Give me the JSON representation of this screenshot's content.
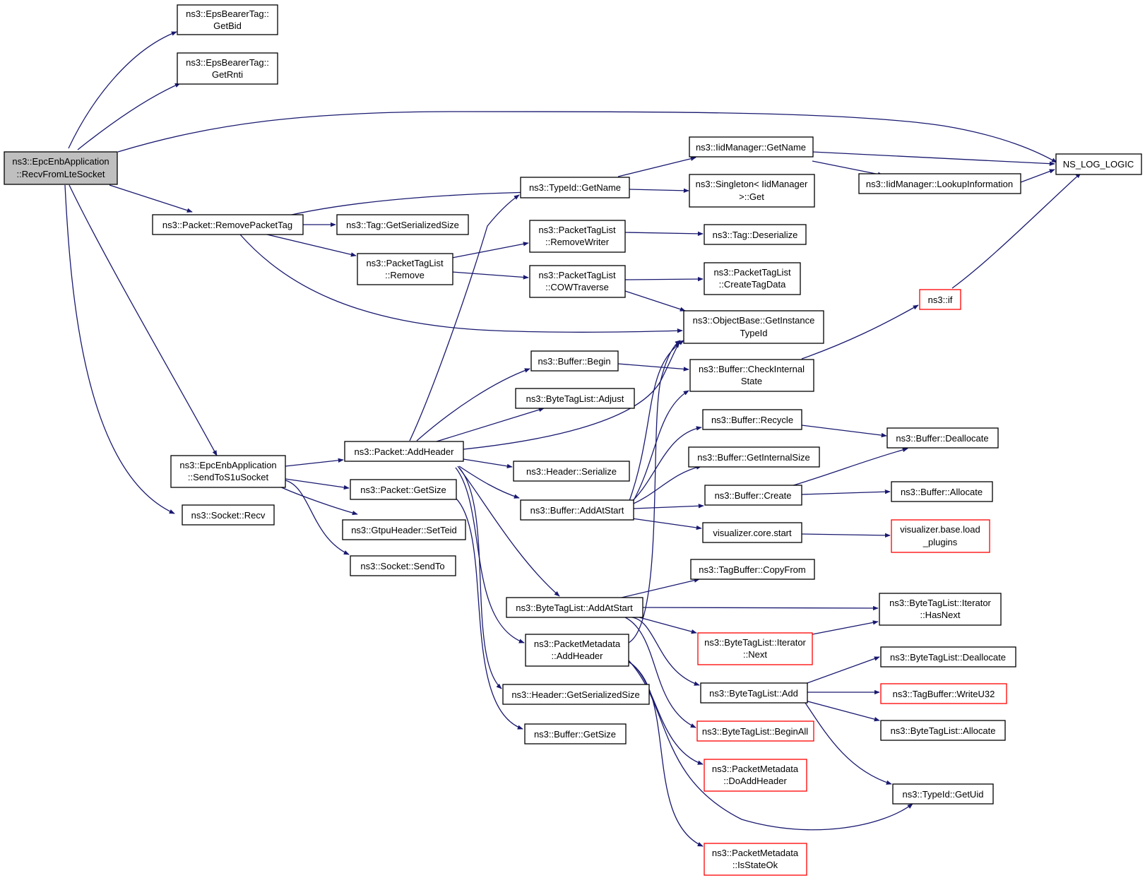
{
  "colors": {
    "edge": "#191970",
    "node_border": "#000000",
    "node_border_undocumented": "#ff0000",
    "root_fill": "#bfbfbf"
  },
  "nodes": [
    {
      "id": "root",
      "lines": [
        "ns3::EpcEnbApplication",
        "::RecvFromLteSocket"
      ],
      "style": "root"
    },
    {
      "id": "getBid",
      "lines": [
        "ns3::EpsBearerTag::",
        "GetBid"
      ],
      "style": "normal"
    },
    {
      "id": "getRnti",
      "lines": [
        "ns3::EpsBearerTag::",
        "GetRnti"
      ],
      "style": "normal"
    },
    {
      "id": "nsLogLogic",
      "lines": [
        "NS_LOG_LOGIC"
      ],
      "style": "normal"
    },
    {
      "id": "iidGetName",
      "lines": [
        "ns3::IidManager::GetName"
      ],
      "style": "normal"
    },
    {
      "id": "singletonGet",
      "lines": [
        "ns3::Singleton< IidManager",
        ">::Get"
      ],
      "style": "normal"
    },
    {
      "id": "lookupInfo",
      "lines": [
        "ns3::IidManager::LookupInformation"
      ],
      "style": "normal"
    },
    {
      "id": "typeIdGetName",
      "lines": [
        "ns3::TypeId::GetName"
      ],
      "style": "normal"
    },
    {
      "id": "removePacketTag",
      "lines": [
        "ns3::Packet::RemovePacketTag"
      ],
      "style": "normal"
    },
    {
      "id": "tagGetSerSize",
      "lines": [
        "ns3::Tag::GetSerializedSize"
      ],
      "style": "normal"
    },
    {
      "id": "ptlRemoveWriter",
      "lines": [
        "ns3::PacketTagList",
        "::RemoveWriter"
      ],
      "style": "normal"
    },
    {
      "id": "tagDeserialize",
      "lines": [
        "ns3::Tag::Deserialize"
      ],
      "style": "normal"
    },
    {
      "id": "ptlRemove",
      "lines": [
        "ns3::PacketTagList",
        "::Remove"
      ],
      "style": "normal"
    },
    {
      "id": "ptlCow",
      "lines": [
        "ns3::PacketTagList",
        "::COWTraverse"
      ],
      "style": "normal"
    },
    {
      "id": "ptlCreateTagData",
      "lines": [
        "ns3::PacketTagList",
        "::CreateTagData"
      ],
      "style": "normal"
    },
    {
      "id": "nsIf",
      "lines": [
        "ns3::if"
      ],
      "style": "red"
    },
    {
      "id": "getInstanceTypeId",
      "lines": [
        "ns3::ObjectBase::GetInstance",
        "TypeId"
      ],
      "style": "normal"
    },
    {
      "id": "bufferBegin",
      "lines": [
        "ns3::Buffer::Begin"
      ],
      "style": "normal"
    },
    {
      "id": "checkInternalState",
      "lines": [
        "ns3::Buffer::CheckInternal",
        "State"
      ],
      "style": "normal"
    },
    {
      "id": "btlAdjust",
      "lines": [
        "ns3::ByteTagList::Adjust"
      ],
      "style": "normal"
    },
    {
      "id": "bufferRecycle",
      "lines": [
        "ns3::Buffer::Recycle"
      ],
      "style": "normal"
    },
    {
      "id": "bufferDeallocate",
      "lines": [
        "ns3::Buffer::Deallocate"
      ],
      "style": "normal"
    },
    {
      "id": "packetAddHeader",
      "lines": [
        "ns3::Packet::AddHeader"
      ],
      "style": "normal"
    },
    {
      "id": "bufferGetInternalSize",
      "lines": [
        "ns3::Buffer::GetInternalSize"
      ],
      "style": "normal"
    },
    {
      "id": "sendToS1u",
      "lines": [
        "ns3::EpcEnbApplication",
        "::SendToS1uSocket"
      ],
      "style": "normal"
    },
    {
      "id": "headerSerialize",
      "lines": [
        "ns3::Header::Serialize"
      ],
      "style": "normal"
    },
    {
      "id": "packetGetSize",
      "lines": [
        "ns3::Packet::GetSize"
      ],
      "style": "normal"
    },
    {
      "id": "bufferCreate",
      "lines": [
        "ns3::Buffer::Create"
      ],
      "style": "normal"
    },
    {
      "id": "bufferAllocate",
      "lines": [
        "ns3::Buffer::Allocate"
      ],
      "style": "normal"
    },
    {
      "id": "bufferAddAtStart",
      "lines": [
        "ns3::Buffer::AddAtStart"
      ],
      "style": "normal"
    },
    {
      "id": "socketRecv",
      "lines": [
        "ns3::Socket::Recv"
      ],
      "style": "normal"
    },
    {
      "id": "gtpuSetTeid",
      "lines": [
        "ns3::GtpuHeader::SetTeid"
      ],
      "style": "normal"
    },
    {
      "id": "visStart",
      "lines": [
        "visualizer.core.start"
      ],
      "style": "normal"
    },
    {
      "id": "visLoadPlugins",
      "lines": [
        "visualizer.base.load",
        "_plugins"
      ],
      "style": "red"
    },
    {
      "id": "socketSendTo",
      "lines": [
        "ns3::Socket::SendTo"
      ],
      "style": "normal"
    },
    {
      "id": "tagBufferCopyFrom",
      "lines": [
        "ns3::TagBuffer::CopyFrom"
      ],
      "style": "normal"
    },
    {
      "id": "btlAddAtStart",
      "lines": [
        "ns3::ByteTagList::AddAtStart"
      ],
      "style": "normal"
    },
    {
      "id": "btlIterHasNext",
      "lines": [
        "ns3::ByteTagList::Iterator",
        "::HasNext"
      ],
      "style": "normal"
    },
    {
      "id": "pmAddHeader",
      "lines": [
        "ns3::PacketMetadata",
        "::AddHeader"
      ],
      "style": "normal"
    },
    {
      "id": "btlIterNext",
      "lines": [
        "ns3::ByteTagList::Iterator",
        "::Next"
      ],
      "style": "red"
    },
    {
      "id": "btlDeallocate",
      "lines": [
        "ns3::ByteTagList::Deallocate"
      ],
      "style": "normal"
    },
    {
      "id": "headerGetSerSize",
      "lines": [
        "ns3::Header::GetSerializedSize"
      ],
      "style": "normal"
    },
    {
      "id": "btlAdd",
      "lines": [
        "ns3::ByteTagList::Add"
      ],
      "style": "normal"
    },
    {
      "id": "tagBufferWriteU32",
      "lines": [
        "ns3::TagBuffer::WriteU32"
      ],
      "style": "red"
    },
    {
      "id": "bufferGetSize",
      "lines": [
        "ns3::Buffer::GetSize"
      ],
      "style": "normal"
    },
    {
      "id": "btlBeginAll",
      "lines": [
        "ns3::ByteTagList::BeginAll"
      ],
      "style": "red"
    },
    {
      "id": "btlAllocate",
      "lines": [
        "ns3::ByteTagList::Allocate"
      ],
      "style": "normal"
    },
    {
      "id": "pmDoAddHeader",
      "lines": [
        "ns3::PacketMetadata",
        "::DoAddHeader"
      ],
      "style": "red"
    },
    {
      "id": "typeIdGetUid",
      "lines": [
        "ns3::TypeId::GetUid"
      ],
      "style": "normal"
    },
    {
      "id": "pmIsStateOk",
      "lines": [
        "ns3::PacketMetadata",
        "::IsStateOk"
      ],
      "style": "red"
    }
  ]
}
